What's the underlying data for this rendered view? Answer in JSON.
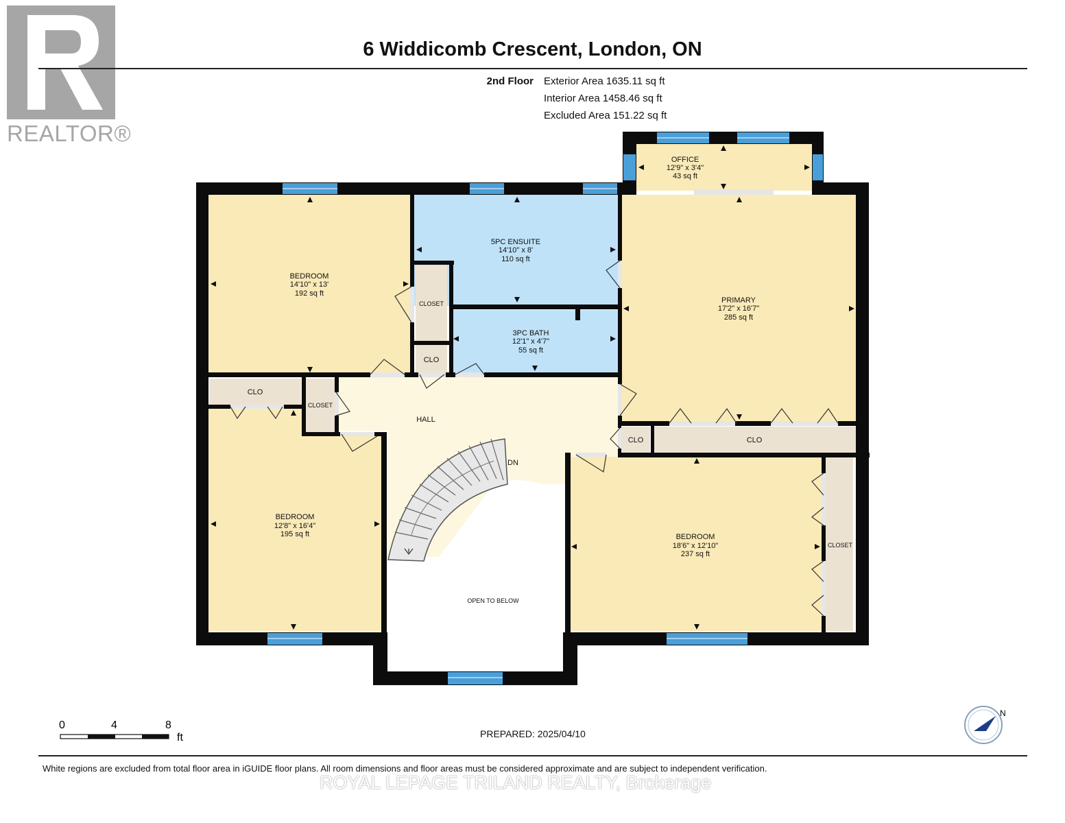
{
  "logo": {
    "text": "REALTOR®"
  },
  "header": {
    "title": "6 Widdicomb Crescent, London, ON"
  },
  "floor": {
    "name": "2nd Floor",
    "exterior": "Exterior Area 1635.11 sq ft",
    "interior": "Interior Area 1458.46 sq ft",
    "excluded": "Excluded Area 151.22 sq ft"
  },
  "rooms": {
    "office": {
      "name": "OFFICE",
      "dims": "12'9\" x 3'4\"",
      "area": "43 sq ft"
    },
    "ensuite": {
      "name": "5PC ENSUITE",
      "dims": "14'10\" x 8'",
      "area": "110 sq ft"
    },
    "bedroom1": {
      "name": "BEDROOM",
      "dims": "14'10\" x 13'",
      "area": "192 sq ft"
    },
    "primary": {
      "name": "PRIMARY",
      "dims": "17'2\" x 16'7\"",
      "area": "285 sq ft"
    },
    "bath3": {
      "name": "3PC BATH",
      "dims": "12'1\" x 4'7\"",
      "area": "55 sq ft"
    },
    "bedroom2": {
      "name": "BEDROOM",
      "dims": "12'8\" x 16'4\"",
      "area": "195 sq ft"
    },
    "bedroom3": {
      "name": "BEDROOM",
      "dims": "18'6\" x 12'10\"",
      "area": "237 sq ft"
    },
    "hall": {
      "name": "HALL"
    },
    "stairs": {
      "label": "DN"
    },
    "open": {
      "name": "OPEN TO BELOW"
    },
    "closets": {
      "closet": "CLOSET",
      "clo": "CLO"
    }
  },
  "colors": {
    "bedroom": "#faeab8",
    "bath": "#bfe2f8",
    "hall": "#fdf7e0",
    "closet": "#ece2d2",
    "wall": "#0c0c0c",
    "window": "#4a9fd8"
  },
  "scale": {
    "labels": [
      "0",
      "4",
      "8"
    ],
    "unit": "ft"
  },
  "footer": {
    "prepared": "PREPARED: 2025/04/10",
    "disclaimer": "White regions are excluded from total floor area in iGUIDE floor plans. All room dimensions and floor areas must be considered approximate and are subject to independent verification.",
    "brokerage": "ROYAL LEPAGE TRILAND REALTY, Brokerage"
  },
  "compass": {
    "label": "N"
  }
}
